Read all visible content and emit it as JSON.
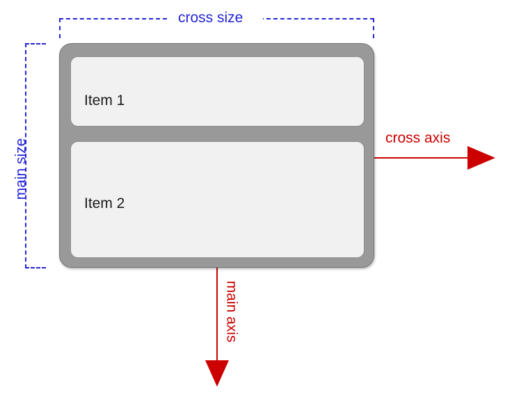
{
  "diagram": {
    "title": "flexbox column axes diagram",
    "background_color": "#ffffff"
  },
  "container": {
    "name": "flex-container",
    "fill_color": "#999999",
    "border_color": "#737373"
  },
  "items": [
    {
      "label": "Item 1",
      "fill_color": "#f1f1f1",
      "border_color": "#8c8c8c"
    },
    {
      "label": "Item 2",
      "fill_color": "#f1f1f1",
      "border_color": "#8c8c8c"
    }
  ],
  "measurements": {
    "color": "#2323d8",
    "cross_size_label": "cross size",
    "main_size_label": "main size"
  },
  "axes": {
    "color": "#cc0000",
    "cross_axis_label": "cross axis",
    "cross_axis_direction": "right",
    "main_axis_label": "main axis",
    "main_axis_direction": "down"
  }
}
